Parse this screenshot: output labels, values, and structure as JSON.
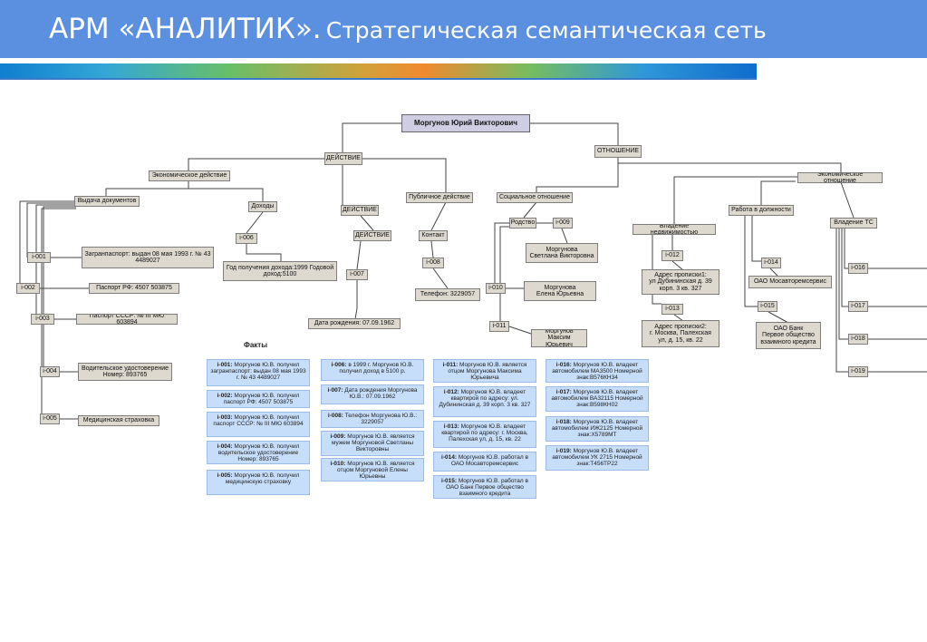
{
  "title": {
    "main": "АРМ «АНАЛИТИК».",
    "sub": "Стратегическая семантическая сеть"
  },
  "nodes": {
    "root": "Моргунов Юрий Викторович",
    "deystvie_top": "ДЕЙСТВИЕ",
    "otnoshenie": "ОТНОШЕНИЕ",
    "econ_deystvie": "Экономическое действие",
    "vydacha": "Выдача документов",
    "dohody": "Доходы",
    "deystvie2": "ДЕЙСТВИЕ",
    "deystvie3": "ДЕЙСТВИЕ",
    "public_action": "Публичное действие",
    "kontakt": "Контакт",
    "social_rel": "Социальное отношение",
    "rodstvo": "Родство",
    "econ_rel": "Экономическое отношение",
    "vladenie_ned": "Владение недвижимостью",
    "rabota": "Работа в должности",
    "vladenie_ts": "Владение ТС",
    "i001": "i-001",
    "i002": "i-002",
    "i003": "i-003",
    "i004": "i-004",
    "i005": "i-005",
    "i006": "i-006",
    "i007": "i-007",
    "i008": "i-008",
    "i009": "i-009",
    "i010": "i-010",
    "i011": "i-011",
    "i012": "i-012",
    "i013": "i-013",
    "i014": "i-014",
    "i015": "i-015",
    "i016": "i-016",
    "i017": "i-017",
    "i018": "i-018",
    "i019": "i-019",
    "zagran": "Загранпаспорт: выдан 08  мая 1993 г. № 43 4489027",
    "pasp_rf": "Паспорт РФ: 4507 503875",
    "pasp_sssr": "Паспорт СССР: № III МЮ 603894",
    "vod_ud": "Водительское удостоверение\nНомер:   893765",
    "med": "Медицинская страховка",
    "god_doh": "Год получения дохода:1999 Годовой доход:5100",
    "birth": "Дата рождения: 07.09.1962",
    "phone": "Телефон:  3229057",
    "svetlana": "Моргунова\nСветлана Викторовна",
    "elena": "Моргунова\nЕлена Юрьевна",
    "maxim": "Моргунов\nМаксим Юрьевич",
    "addr1": "Адрес прописки1:\nул Дубининская д. 39\nкорп. 3 кв. 327",
    "addr2": "Адрес прописки2:\nг. Москва, Палехская\nул, д. 15, кв. 22",
    "mosavto": "ОАО  Мосавторемсервис",
    "bank": "ОАО Банк\nПервое общество\nвзаимного кредита"
  },
  "facts": {
    "heading": "Факты",
    "f001": {
      "id": "i-001:",
      "text": " Моргунов Ю.В. получил загранпаспорт: выдан 08  мая 1993 г. №  43 4489027"
    },
    "f002": {
      "id": "i-002:",
      "text": " Моргунов Ю.В. получил паспорт РФ: 4507 503875"
    },
    "f003": {
      "id": "i-003:",
      "text": " Моргунов Ю.В. получил паспорт СССР: № III МЮ 603894"
    },
    "f004": {
      "id": "i-004:",
      "text": " Моргунов Ю.В. получил водительское удостоверение Номер:   893765"
    },
    "f005": {
      "id": "i-005:",
      "text": " Моргунов Ю.В. получил медицинскую страховку"
    },
    "f006": {
      "id": "i-006:",
      "text": " в 1999 г. Моргунов Ю.В. получил доход в 5100 р."
    },
    "f007": {
      "id": "i-007:",
      "text": " Дата рождения Моргунова Ю.В.: 07.09.1962"
    },
    "f008": {
      "id": "i-008:",
      "text": " Телефон Моргунова Ю.В.:  3229057"
    },
    "f009": {
      "id": "i-009:",
      "text": "  Моргунов Ю.В. является мужем Моргуновой Светланы Викторовны"
    },
    "f010": {
      "id": "i-010:",
      "text": " Моргунов Ю.В. является отцом Моргуновой  Елены Юрьевны"
    },
    "f011": {
      "id": "i-011:",
      "text": " Моргунов  Ю.В. является отцом Моргунова Максима Юрьевича"
    },
    "f012": {
      "id": "i-012:",
      "text": " Моргунов Ю.В. владеет квартирой по адресу: ул. Дубининская д. 39 корп. 3 кв. 327"
    },
    "f013": {
      "id": "i-013:",
      "text": " Моргунов Ю.В. владеет квартирой по адресу: г. Москва, Палехская  ул, д. 15, кв. 22"
    },
    "f014": {
      "id": "i-014:",
      "text": " Моргунов Ю.В. работал в ОАО  Мосавторемсервис"
    },
    "f015": {
      "id": "i-015:",
      "text": " Моргунов Ю.В. работал в ОАО  Банк Первое общество взаимного кредита"
    },
    "f016": {
      "id": "i-016:",
      "text": " Моргунов Ю.В. владеет автомобилем МА3500 Номерной знак:В576КН34"
    },
    "f017": {
      "id": "i-017:",
      "text": " Моргунов Ю.В. владеет автомобилем ВА32115 Номерной знак:В598КН02"
    },
    "f018": {
      "id": "i-018:",
      "text": " Моргунов Ю.В. владеет автомобилем ИЖ2125 Номерной знак:Х5789МТ"
    },
    "f019": {
      "id": "i-019:",
      "text": " Моргунов Ю.В. владеет автомобилем УК 2715 Номерной знак:Т456ТР22"
    }
  }
}
